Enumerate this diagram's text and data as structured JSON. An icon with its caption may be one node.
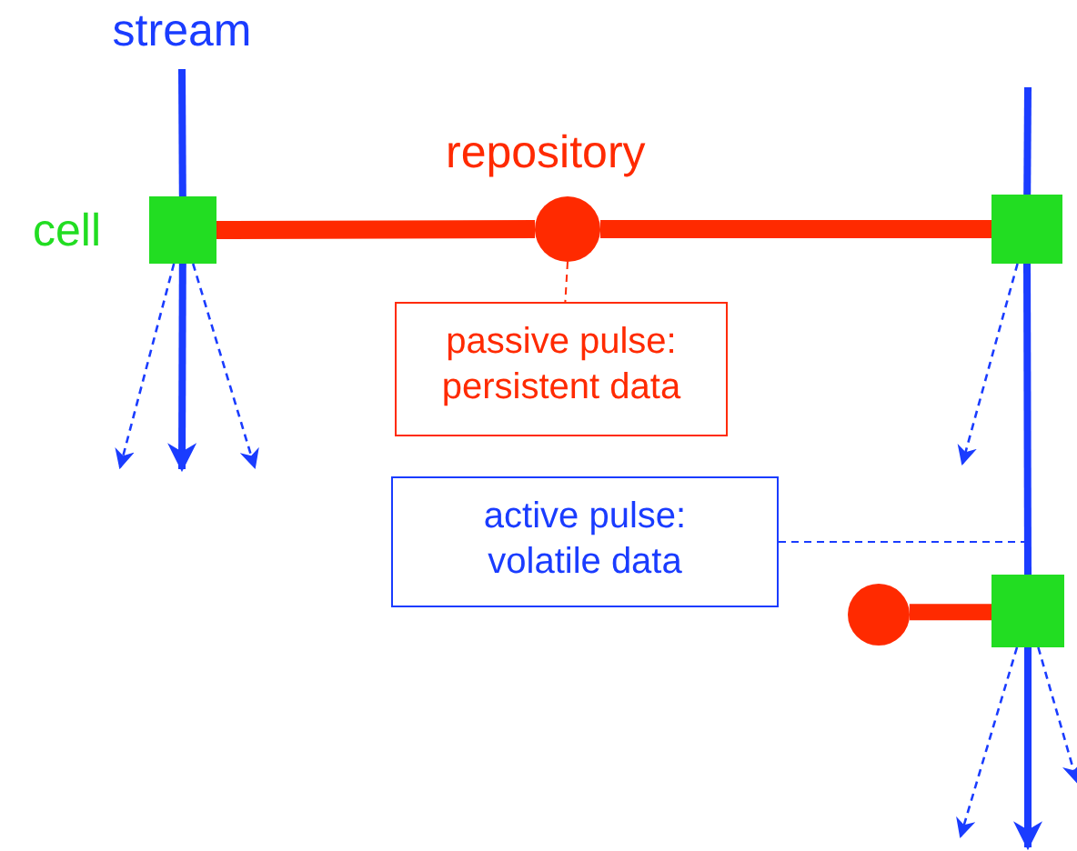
{
  "diagram": {
    "nodes": [
      {
        "text": [
          "stream"
        ]
      },
      {
        "text": [],
        "shape": "box",
        "beside": [
          "cell"
        ]
      },
      {
        "text": [],
        "shape": "circle",
        "beside": [
          "repository"
        ]
      },
      {
        "text": [],
        "shape": "box"
      },
      {
        "text": [
          "passive pulse: persistent data"
        ]
      },
      {
        "text": [
          "active pulse: volatile data"
        ]
      },
      {
        "text": [],
        "shape": "box"
      },
      {
        "text": [],
        "shape": "circle"
      }
    ],
    "edges": [
      {
        "from": 0,
        "to": 1,
        "arrow": "none"
      },
      {
        "from": 1,
        "to": null,
        "arrow": "to"
      },
      {
        "from": 1,
        "to": null,
        "arrow": "to",
        "style": "dashed"
      },
      {
        "from": 1,
        "to": null,
        "arrow": "to",
        "style": "dashed"
      },
      {
        "from": 1,
        "to": 2,
        "arrow": "none",
        "style": "thick",
        "color": "#ff2a00"
      },
      {
        "from": 2,
        "to": 3,
        "arrow": "none",
        "style": "thick",
        "color": "#ff2a00"
      },
      {
        "from": 2,
        "to": 4,
        "arrow": "none",
        "style": "dashed",
        "color": "#ff2a00"
      },
      {
        "from": null,
        "to": 3,
        "arrow": "none"
      },
      {
        "from": 3,
        "to": 6,
        "arrow": "none"
      },
      {
        "from": 3,
        "to": null,
        "arrow": "to",
        "style": "dashed"
      },
      {
        "from": 5,
        "to": null,
        "arrow": "none",
        "style": "dashed"
      },
      {
        "from": 7,
        "to": 6,
        "arrow": "none",
        "style": "thick",
        "color": "#ff2a00"
      },
      {
        "from": 6,
        "to": null,
        "arrow": "to"
      },
      {
        "from": 6,
        "to": null,
        "arrow": "to",
        "style": "dashed"
      },
      {
        "from": 6,
        "to": null,
        "arrow": "to",
        "style": "dashed"
      }
    ]
  }
}
